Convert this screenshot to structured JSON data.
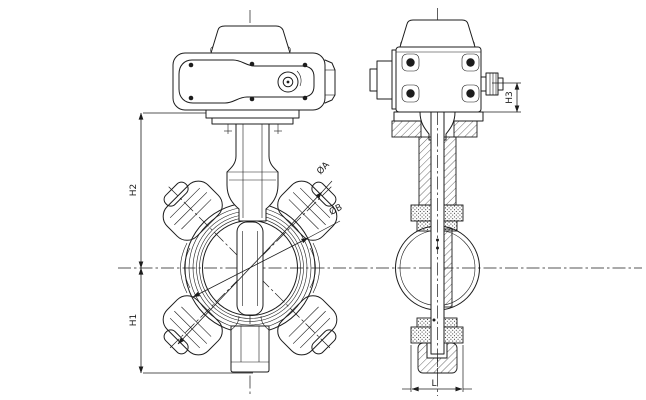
{
  "drawing": {
    "background": "#ffffff",
    "line_color": "#1c1c1c",
    "dimension_labels": {
      "h1": "H1",
      "h2": "H2",
      "h3": "H3",
      "dia_a": "ØA",
      "dia_b": "ØB",
      "length": "L"
    }
  }
}
